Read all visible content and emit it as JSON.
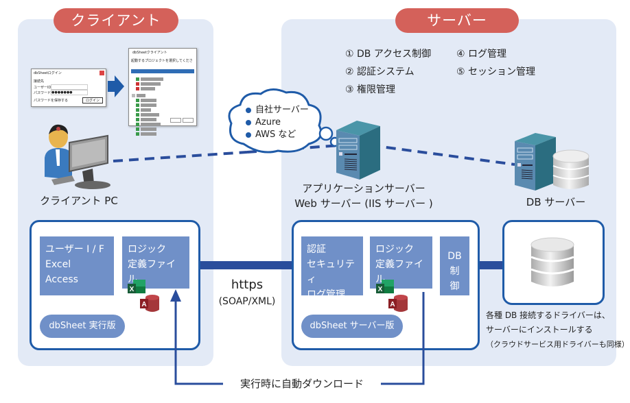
{
  "client": {
    "title": "クライアント",
    "pc_label": "クライアント PC",
    "ui_block": [
      "ユーザー I / F",
      "Excel",
      "Access"
    ],
    "logic_block": [
      "ロジック",
      "定義ファイル"
    ],
    "runtime_label": "dbSheet 実行版",
    "login_dialog": {
      "title": "dbSheetログイン",
      "fields": [
        "接続先",
        "ユーザーID",
        "パスワード"
      ],
      "password_mask": "●●●●●●●",
      "checkbox_label": "パスワードを保存する",
      "button": "ログイン"
    },
    "project_window": {
      "title": "dbSheetクライアント",
      "prompt": "起動するプロジェクトを選択してください"
    }
  },
  "server": {
    "title": "サーバー",
    "features": [
      "① DB アクセス制御",
      "② 認証システム",
      "③ 権限管理",
      "④ ログ管理",
      "⑤ セッション管理"
    ],
    "cloud_items": [
      "自社サーバー",
      "Azure",
      "AWS など"
    ],
    "app_server_label": [
      "アプリケーションサーバー",
      "Web サーバー (IIS サーバー )"
    ],
    "db_server_label": "DB サーバー",
    "auth_block": [
      "認証",
      "セキュリティ",
      "ログ管理"
    ],
    "logic_block": [
      "ロジック",
      "定義ファイル"
    ],
    "db_control_block": [
      "DB",
      "制御"
    ],
    "server_edition_label": "dbSheet サーバー版",
    "driver_note": [
      "各種 DB 接続するドライバーは、",
      "サーバーにインストールする",
      "（クラウドサービス用ドライバーも同様）"
    ]
  },
  "connection": {
    "protocol": "https",
    "format": "(SOAP/XML)"
  },
  "download_label": "実行時に自動ダウンロード",
  "icons": {
    "excel": "X",
    "access": "A"
  },
  "colors": {
    "panel_bg": "#e3eaf6",
    "title_pill": "#d4615a",
    "box_border": "#1f5ba8",
    "block": "#7090c8",
    "connector": "#2a4d9c"
  }
}
